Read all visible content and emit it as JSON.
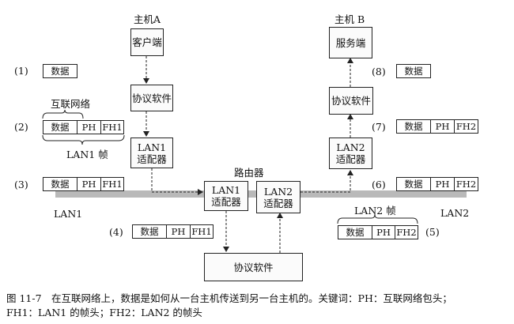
{
  "hosts": {
    "a_label": "主机A",
    "b_label": "主机 B"
  },
  "boxes": {
    "client": "客户端",
    "server": "服务端",
    "protocol_a": "协议软件",
    "protocol_b": "协议软件",
    "lan1_adapter_a": [
      "LAN1",
      "适配器"
    ],
    "lan2_adapter_b": [
      "LAN2",
      "适配器"
    ],
    "router_lan1": [
      "LAN1",
      "适配器"
    ],
    "router_lan2": [
      "LAN2",
      "适配器"
    ],
    "router_protocol": "协议软件"
  },
  "router_label": "路由器",
  "lan_labels": {
    "lan1": "LAN1",
    "lan2": "LAN2"
  },
  "brace_labels": {
    "internet_packet": "互联网络",
    "lan1_frame": "LAN1 帧",
    "lan2_frame": "LAN2 帧"
  },
  "packets": [
    {
      "num": "(1)",
      "cells": [
        "数据"
      ]
    },
    {
      "num": "(2)",
      "cells": [
        "数据",
        "PH",
        "FH1"
      ]
    },
    {
      "num": "(3)",
      "cells": [
        "数据",
        "PH",
        "FH1"
      ]
    },
    {
      "num": "(4)",
      "cells": [
        "数据",
        "PH",
        "FH1"
      ]
    },
    {
      "num": "(5)",
      "cells": [
        "数据",
        "PH",
        "FH2"
      ]
    },
    {
      "num": "(6)",
      "cells": [
        "数据",
        "PH",
        "FH2"
      ]
    },
    {
      "num": "(7)",
      "cells": [
        "数据",
        "PH",
        "FH2"
      ]
    },
    {
      "num": "(8)",
      "cells": [
        "数据"
      ]
    }
  ],
  "caption": {
    "line1": "图 11-7　在互联网络上，数据是如何从一台主机传送到另一台主机的。关键词：PH：互联网络包头；",
    "line2": "FH1：LAN1 的帧头；FH2：LAN2 的帧头"
  },
  "colors": {
    "lan_bar": "#b9b9b9",
    "box_border": "#222222"
  }
}
